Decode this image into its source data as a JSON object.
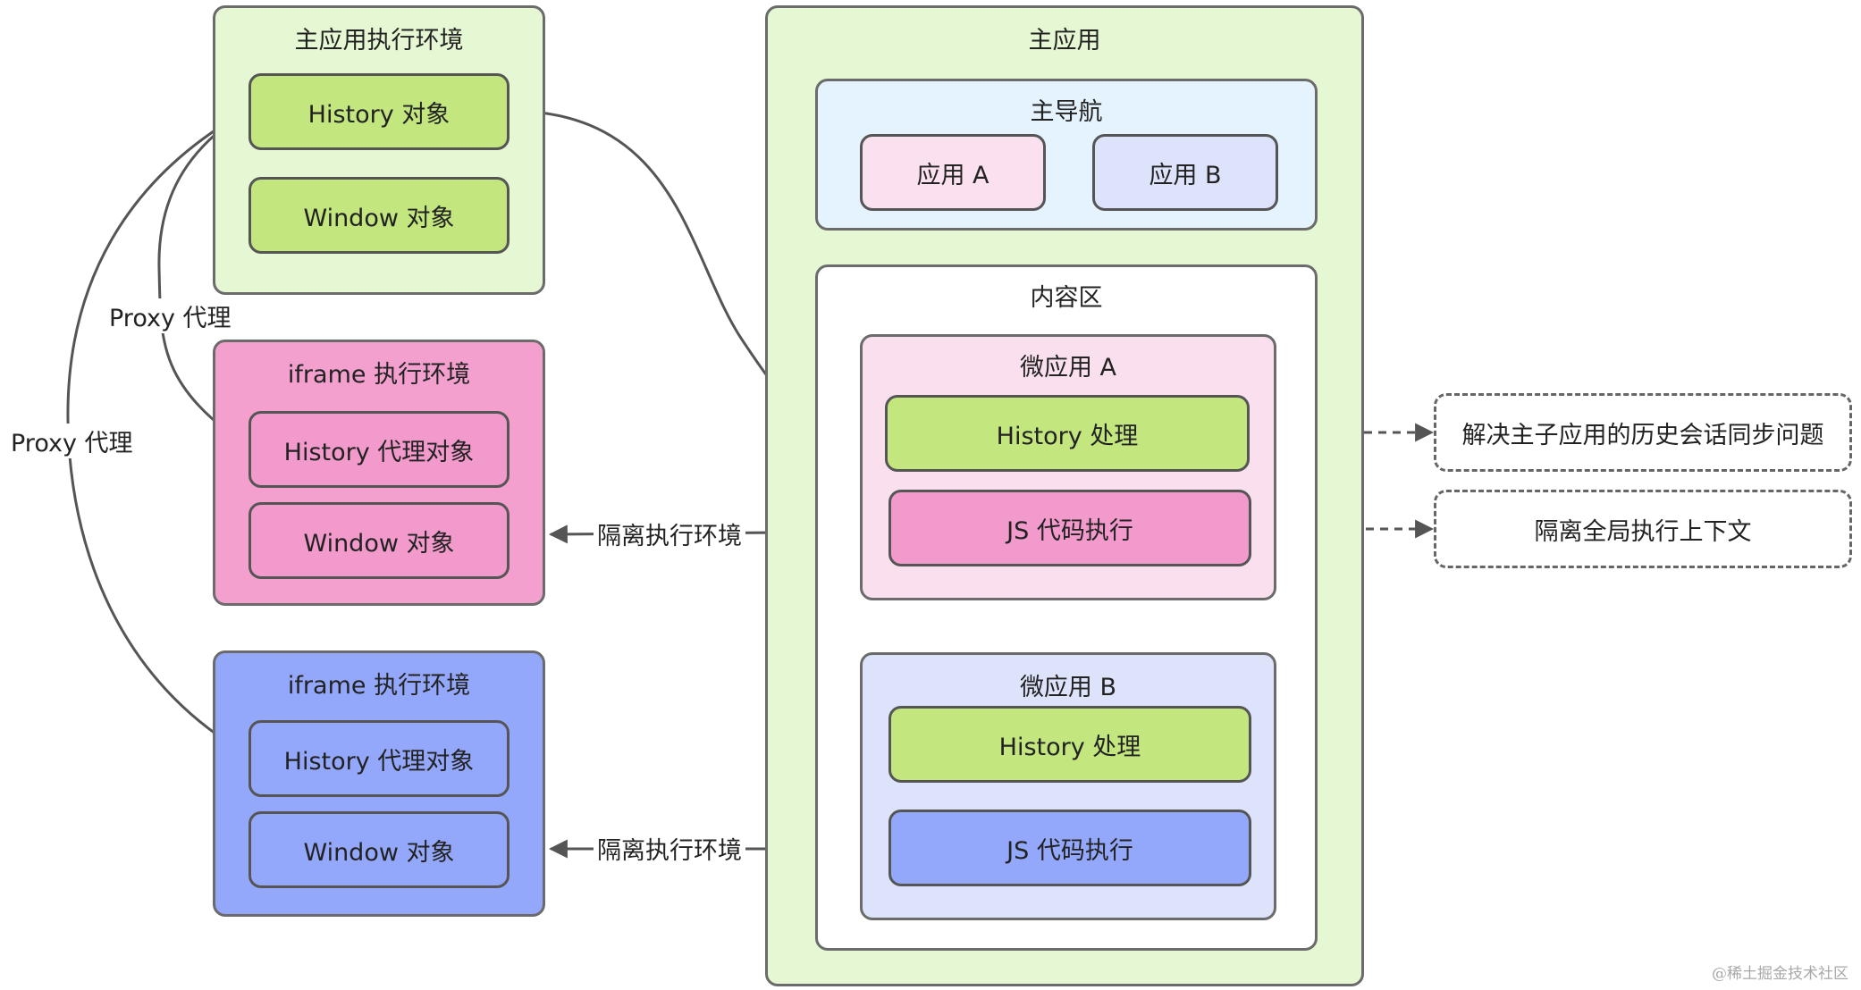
{
  "main_env": {
    "title": "主应用执行环境",
    "history": "History 对象",
    "window": "Window 对象"
  },
  "iframe_a": {
    "title": "iframe 执行环境",
    "history": "History 代理对象",
    "window": "Window 对象"
  },
  "iframe_b": {
    "title": "iframe 执行环境",
    "history": "History 代理对象",
    "window": "Window 对象"
  },
  "main_app": {
    "title": "主应用",
    "nav": {
      "title": "主导航",
      "app_a": "应用 A",
      "app_b": "应用 B"
    },
    "content": {
      "title": "内容区",
      "micro_a": {
        "title": "微应用 A",
        "history": "History 处理",
        "js": "JS 代码执行"
      },
      "micro_b": {
        "title": "微应用 B",
        "history": "History 处理",
        "js": "JS 代码执行"
      }
    }
  },
  "notes": {
    "history_sync": "解决主子应用的历史会话同步问题",
    "isolate_context": "隔离全局执行上下文"
  },
  "edge_labels": {
    "proxy_inner": "Proxy 代理",
    "proxy_outer": "Proxy 代理",
    "isolate_a": "隔离执行环境",
    "isolate_b": "隔离执行环境"
  },
  "watermark": "@稀土掘金技术社区",
  "colors": {
    "green_env": "#e6f7d3",
    "green_node": "#c3e67f",
    "pink_env": "#f3a0cf",
    "pink_node": "#f29acb",
    "blue_env": "#94a8fb",
    "blue_node": "#94a8fb",
    "nav_bg": "#e4f3fd"
  }
}
